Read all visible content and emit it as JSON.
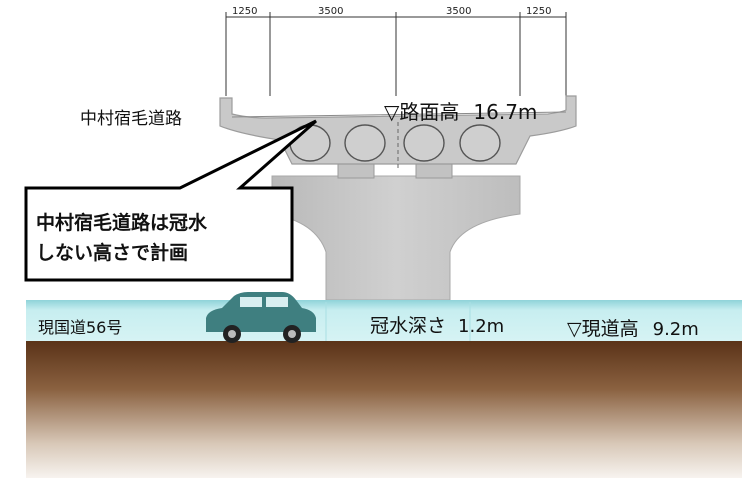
{
  "dimensions": [
    "1250",
    "3500",
    "3500",
    "1250"
  ],
  "labels": {
    "road_name": "中村宿毛道路",
    "road_surface_label": "▽路面高",
    "road_surface_value": "16.7m",
    "callout_line1": "中村宿毛道路は冠水",
    "callout_line2": "しない高さで計画",
    "current_road_name": "現国道56号",
    "flood_depth_label": "冠水深さ",
    "flood_depth_value": "1.2m",
    "current_road_level_label": "▽現道高",
    "current_road_level_value": "9.2m"
  },
  "colors": {
    "concrete": "#c9c9c9",
    "concrete_dark": "#a9a9a9",
    "water": "#bfe9ec",
    "water_edge": "#8fd3d9",
    "car": "#3f7f80",
    "ground_top": "#5a3318",
    "ground_bottom": "#f4efea",
    "callout_border": "#000000"
  }
}
